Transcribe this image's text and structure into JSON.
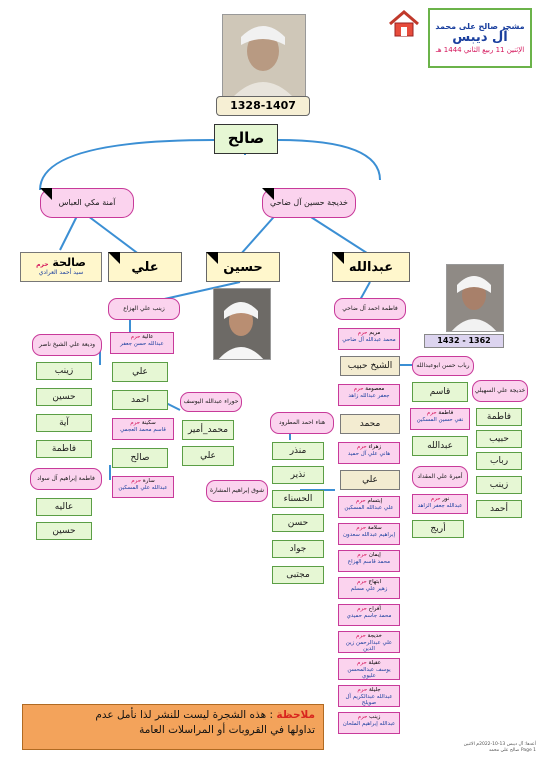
{
  "header": {
    "title_line1": "مشجر صالح على محمد",
    "title_line2": "آل ديبس",
    "date_text": "الإثنين 11 ربيع الثاني 1444 هـ"
  },
  "root": {
    "dates": "1328-1407",
    "name": "صالح",
    "wives": [
      {
        "name": "آمنة مكي العباس"
      },
      {
        "name": "خديجة حسين آل ضاحي"
      }
    ]
  },
  "level1": {
    "saliha": {
      "name": "صالحة",
      "haram": "حرم",
      "spouse": "سيد أحمد العرادي"
    },
    "ali": "علي",
    "hussein": "حسين",
    "abdullah": "عبدالله"
  },
  "abdullah_photo_dates": "1362 - 1432",
  "hussein_branch": {
    "wife": "زينب علي الهزاع",
    "daughters_spouses": [
      {
        "name": "عالية",
        "haram": "حرم",
        "spouse": "عبدالله حسن جعفر"
      }
    ],
    "children": [
      "علي",
      "احمد",
      "صالح"
    ],
    "sakina": {
      "name": "سكينة",
      "haram": "حرم",
      "spouse": "قاسم محمد العجمي"
    },
    "sara": {
      "name": "سارة",
      "haram": "حرم",
      "spouse": "عبدالله علي المسكين"
    },
    "ahmad_wife": "حوراء عبدالله اليوسف",
    "ahmad_children": [
      "محمد_أمير",
      "علي"
    ],
    "ali_wife": "وديعة علي الشيخ ناصر",
    "ali_children": [
      "زينب",
      "حسين",
      "آية",
      "فاطمة"
    ],
    "saleh_wife": "فاطمة إبراهيم آل سواد",
    "saleh_children": [
      "عاليه",
      "حسين"
    ]
  },
  "abdullah_branch": {
    "wife": "فاطمة احمد آل ضاحي",
    "maryam": {
      "name": "مريم",
      "haram": "حرم",
      "spouse": "محمد عبدالله آل ضاحي"
    },
    "habib": "الشيخ حبيب",
    "habib_wife": "رباب حسن ابوعبدالله",
    "masooma": {
      "name": "معصومة",
      "haram": "حرم",
      "spouse": "جعفر عبدالله زاهد"
    },
    "mohammed": "محمد",
    "mohammed_wife": "هناء احمد المطرود",
    "zahraa": {
      "name": "زهراء",
      "haram": "حرم",
      "spouse": "هاني علي آل حميد"
    },
    "ali": "علي",
    "ali_wife": "شوق إبراهيم المشارة",
    "mohammed_children": [
      "منذر",
      "نذير",
      "الحسناء",
      "حسن",
      "جواد",
      "مجتبى"
    ],
    "habib_children": [
      "قاسم",
      "عبدالله"
    ],
    "fatima_habib": {
      "name": "فاطمة",
      "haram": "حرم",
      "spouse": "نقي حسين المسكين"
    },
    "qasim_wife": "خديجة علي السهيلي",
    "qasim_children": [
      "فاطمة",
      "حبيب",
      "رباب",
      "زينب",
      "أحمد"
    ],
    "ali_daughters": [
      {
        "name": "إبتسام",
        "haram": "حرم",
        "spouse": "علي عبدالله المسكين"
      },
      {
        "name": "سلامة",
        "haram": "حرم",
        "spouse": "إبراهيم عبدالله سعدون"
      },
      {
        "name": "إيمان",
        "haram": "حرم",
        "spouse": "محمد قاسم الهزاع"
      },
      {
        "name": "ابتهاج",
        "haram": "حرم",
        "spouse": "زهير علي مسلم"
      },
      {
        "name": "أفراح",
        "haram": "حرم",
        "spouse": "محمد جاسم حميدي"
      },
      {
        "name": "خديجة",
        "haram": "حرم",
        "spouse": "علي عبدالرحمن زين الدين"
      },
      {
        "name": "عقيلة",
        "haram": "حرم",
        "spouse": "يوسف عبدالمحسن عليوي"
      },
      {
        "name": "جليلة",
        "haram": "حرم",
        "spouse": "عبدالله عبدالكريم آل صويلح"
      },
      {
        "name": "زينب",
        "haram": "حرم",
        "spouse": "عبدالله إبراهيم الملحان"
      }
    ],
    "nour": {
      "name": "نور",
      "haram": "حرم",
      "spouse": "عبدالله جعفر الزاهد"
    },
    "areej": "أريج",
    "ali2_wife": "أميرة علي المقداد"
  },
  "note": {
    "label": "ملاحظة",
    "text1": "هذه الشجرة ليست للنشر لذا نأمل عدم",
    "text2": "تداولها في القروبات أو المراسلات العامة"
  },
  "footer": {
    "line1": "أعدها: آل ديبس 13-10-2022م الاثنين",
    "line2": "Page 1 صالح علي محمد"
  },
  "colors": {
    "accent_blue": "#3b8fd4",
    "note_red": "#d8261e",
    "note_bg": "#f3a35b"
  }
}
